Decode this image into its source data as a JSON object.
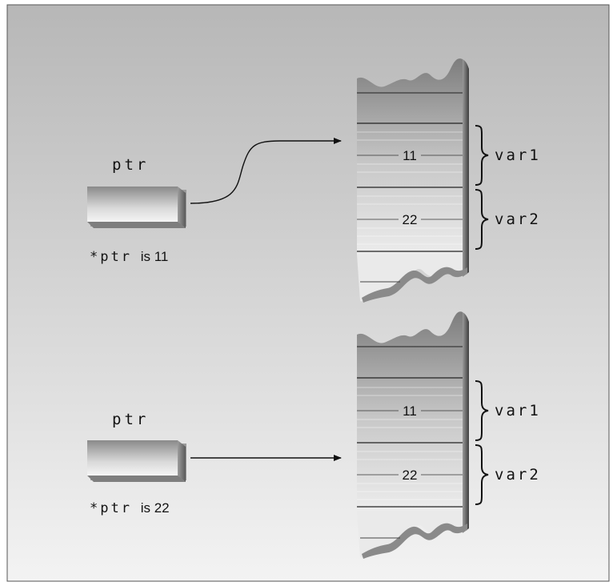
{
  "panels": [
    {
      "pointer_name": "ptr",
      "pointer_caption_code": "*ptr",
      "pointer_caption_rest": "is 11",
      "points_to": "var1",
      "cells": [
        {
          "value": "11",
          "label": "var1"
        },
        {
          "value": "22",
          "label": "var2"
        }
      ]
    },
    {
      "pointer_name": "ptr",
      "pointer_caption_code": "*ptr",
      "pointer_caption_rest": "is 22",
      "points_to": "var2",
      "cells": [
        {
          "value": "11",
          "label": "var1"
        },
        {
          "value": "22",
          "label": "var2"
        }
      ]
    }
  ],
  "colors": {
    "background_top": "#b9b9b9",
    "background_bottom": "#f2f2f2",
    "memory_dark": "#7a7a7a",
    "memory_light": "#e4e4e4",
    "line": "#111111"
  }
}
